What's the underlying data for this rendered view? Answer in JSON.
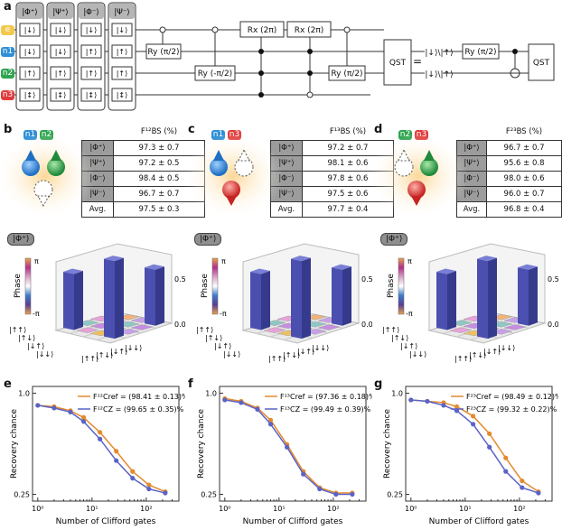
{
  "panel_labels": [
    "a",
    "b",
    "c",
    "d",
    "e",
    "f",
    "g"
  ],
  "circuit": {
    "qubits": [
      {
        "label": "e",
        "color": "#f2c94c"
      },
      {
        "label": "n1",
        "color": "#2f8fd6"
      },
      {
        "label": "n2",
        "color": "#2ea44f"
      },
      {
        "label": "n3",
        "color": "#e03c3c"
      }
    ],
    "bell_columns": [
      {
        "header": "|Φ⁺⟩",
        "rows": [
          "|↓⟩",
          "|↓⟩",
          "|↑⟩",
          "|↕⟩"
        ]
      },
      {
        "header": "|Ψ⁺⟩",
        "rows": [
          "|↓⟩",
          "|↓⟩",
          "|↑⟩",
          "|↕⟩"
        ]
      },
      {
        "header": "|Φ⁻⟩",
        "rows": [
          "|↓⟩",
          "|↑⟩",
          "|↑⟩",
          "|↕⟩"
        ]
      },
      {
        "header": "|Ψ⁻⟩",
        "rows": [
          "|↓⟩",
          "|↑⟩",
          "|↑⟩",
          "|↕⟩"
        ]
      }
    ],
    "gates": {
      "ry_pos": "Ry (π/2)",
      "ry_neg": "Ry (-π/2)",
      "rx1": "Rx (2π)",
      "rx2": "Rx (2π)",
      "ry_end": "Ry (π/2)",
      "qst": "QST",
      "equals": "=",
      "rhs_input": "|↓⟩\\|↑⟩",
      "rhs_input2": "|↓⟩\\|↑⟩",
      "rhs_ry": "Ry (π/2)",
      "rhs_qst": "QST"
    }
  },
  "tables": [
    {
      "pair": [
        "n1",
        "n2"
      ],
      "header": "F¹²BS (%)",
      "rows": [
        [
          "|Φ⁺⟩",
          "97.3 ± 0.7"
        ],
        [
          "|Ψ⁺⟩",
          "97.2 ± 0.5"
        ],
        [
          "|Φ⁻⟩",
          "98.4 ± 0.5"
        ],
        [
          "|Ψ⁻⟩",
          "96.7 ± 0.7"
        ],
        [
          "Avg.",
          "97.5 ± 0.3"
        ]
      ]
    },
    {
      "pair": [
        "n1",
        "n3"
      ],
      "header": "F¹³BS (%)",
      "rows": [
        [
          "|Φ⁺⟩",
          "97.2 ± 0.7"
        ],
        [
          "|Ψ⁺⟩",
          "98.1 ± 0.6"
        ],
        [
          "|Φ⁻⟩",
          "97.8 ± 0.6"
        ],
        [
          "|Ψ⁻⟩",
          "97.5 ± 0.6"
        ],
        [
          "Avg.",
          "97.7 ± 0.4"
        ]
      ]
    },
    {
      "pair": [
        "n2",
        "n3"
      ],
      "header": "F²³BS (%)",
      "rows": [
        [
          "|Φ⁺⟩",
          "96.7 ± 0.7"
        ],
        [
          "|Ψ⁺⟩",
          "95.6 ± 0.8"
        ],
        [
          "|Φ⁻⟩",
          "98.0 ± 0.6"
        ],
        [
          "|Ψ⁻⟩",
          "96.0 ± 0.7"
        ],
        [
          "Avg.",
          "96.8 ± 0.4"
        ]
      ]
    }
  ],
  "density_plots": [
    {
      "state": "|Φ⁺⟩",
      "phase_label": "Phase",
      "top_tick": "π",
      "bottom_tick": "-π",
      "z_ticks": [
        "0.5",
        "0.0"
      ],
      "basis": [
        "|↑↑⟩",
        "|↑↓⟩",
        "|↓↑⟩",
        "|↓↓⟩"
      ]
    },
    {
      "state": "|Φ⁺⟩",
      "phase_label": "Phase",
      "top_tick": "π",
      "bottom_tick": "-π",
      "z_ticks": [
        "0.5",
        "0.0"
      ],
      "basis": [
        "|↑↑⟩",
        "|↑↓⟩",
        "|↓↑⟩",
        "|↓↓⟩"
      ]
    },
    {
      "state": "|Φ⁺⟩",
      "phase_label": "Phase",
      "top_tick": "π",
      "bottom_tick": "-π",
      "z_ticks": [
        "0.5",
        "0.0"
      ],
      "basis": [
        "|↑↑⟩",
        "|↑↓⟩",
        "|↓↑⟩",
        "|↓↓⟩"
      ]
    }
  ],
  "chart_data": [
    {
      "type": "scatter",
      "xlabel": "Number of Clifford gates",
      "ylabel": "Recovery chance",
      "xscale": "log",
      "xlim": [
        0.8,
        400
      ],
      "ylim": [
        0.2,
        1.05
      ],
      "yticks": [
        "1.0",
        "0.25"
      ],
      "xticks": [
        "10⁰",
        "10¹",
        "10²"
      ],
      "series": [
        {
          "name": "F¹²Cref = (98.41 ± 0.13)%",
          "color": "#e38a2d",
          "x": [
            1,
            2,
            4,
            7,
            14,
            28,
            56,
            112,
            224
          ],
          "y": [
            0.91,
            0.9,
            0.87,
            0.82,
            0.71,
            0.57,
            0.42,
            0.32,
            0.27
          ]
        },
        {
          "name": "F¹²CZ = (99.65 ± 0.35)%",
          "color": "#5b63c6",
          "x": [
            1,
            2,
            4,
            7,
            14,
            28,
            56,
            112,
            224
          ],
          "y": [
            0.91,
            0.89,
            0.86,
            0.79,
            0.66,
            0.5,
            0.37,
            0.29,
            0.26
          ]
        }
      ]
    },
    {
      "type": "scatter",
      "xlabel": "Number of Clifford gates",
      "ylabel": "Recovery chance",
      "xscale": "log",
      "xlim": [
        0.8,
        400
      ],
      "ylim": [
        0.2,
        1.05
      ],
      "yticks": [
        "1.0",
        "0.25"
      ],
      "xticks": [
        "10⁰",
        "10¹",
        "10²"
      ],
      "series": [
        {
          "name": "F¹³Cref = (97.36 ± 0.18)%",
          "color": "#e38a2d",
          "x": [
            1,
            2,
            4,
            7,
            14,
            28,
            56,
            112,
            224
          ],
          "y": [
            0.96,
            0.94,
            0.89,
            0.8,
            0.62,
            0.42,
            0.3,
            0.26,
            0.26
          ]
        },
        {
          "name": "F¹³CZ = (99.49 ± 0.39)%",
          "color": "#5b63c6",
          "x": [
            1,
            2,
            4,
            7,
            14,
            28,
            56,
            112,
            224
          ],
          "y": [
            0.95,
            0.93,
            0.88,
            0.77,
            0.6,
            0.4,
            0.29,
            0.25,
            0.25
          ]
        }
      ]
    },
    {
      "type": "scatter",
      "xlabel": "Number of Clifford gates",
      "ylabel": "Recovery chance",
      "xscale": "log",
      "xlim": [
        0.8,
        400
      ],
      "ylim": [
        0.2,
        1.05
      ],
      "yticks": [
        "1.0",
        "0.25"
      ],
      "xticks": [
        "10⁰",
        "10¹",
        "10²"
      ],
      "series": [
        {
          "name": "F²³Cref = (98.49 ± 0.12)%",
          "color": "#e38a2d",
          "x": [
            1,
            2,
            4,
            7,
            14,
            28,
            56,
            112,
            224
          ],
          "y": [
            0.95,
            0.94,
            0.93,
            0.9,
            0.83,
            0.7,
            0.52,
            0.35,
            0.27
          ]
        },
        {
          "name": "F²³CZ = (99.32 ± 0.22)%",
          "color": "#5b63c6",
          "x": [
            1,
            2,
            4,
            7,
            14,
            28,
            56,
            112,
            224
          ],
          "y": [
            0.95,
            0.94,
            0.91,
            0.87,
            0.77,
            0.6,
            0.42,
            0.3,
            0.26
          ]
        }
      ]
    }
  ]
}
